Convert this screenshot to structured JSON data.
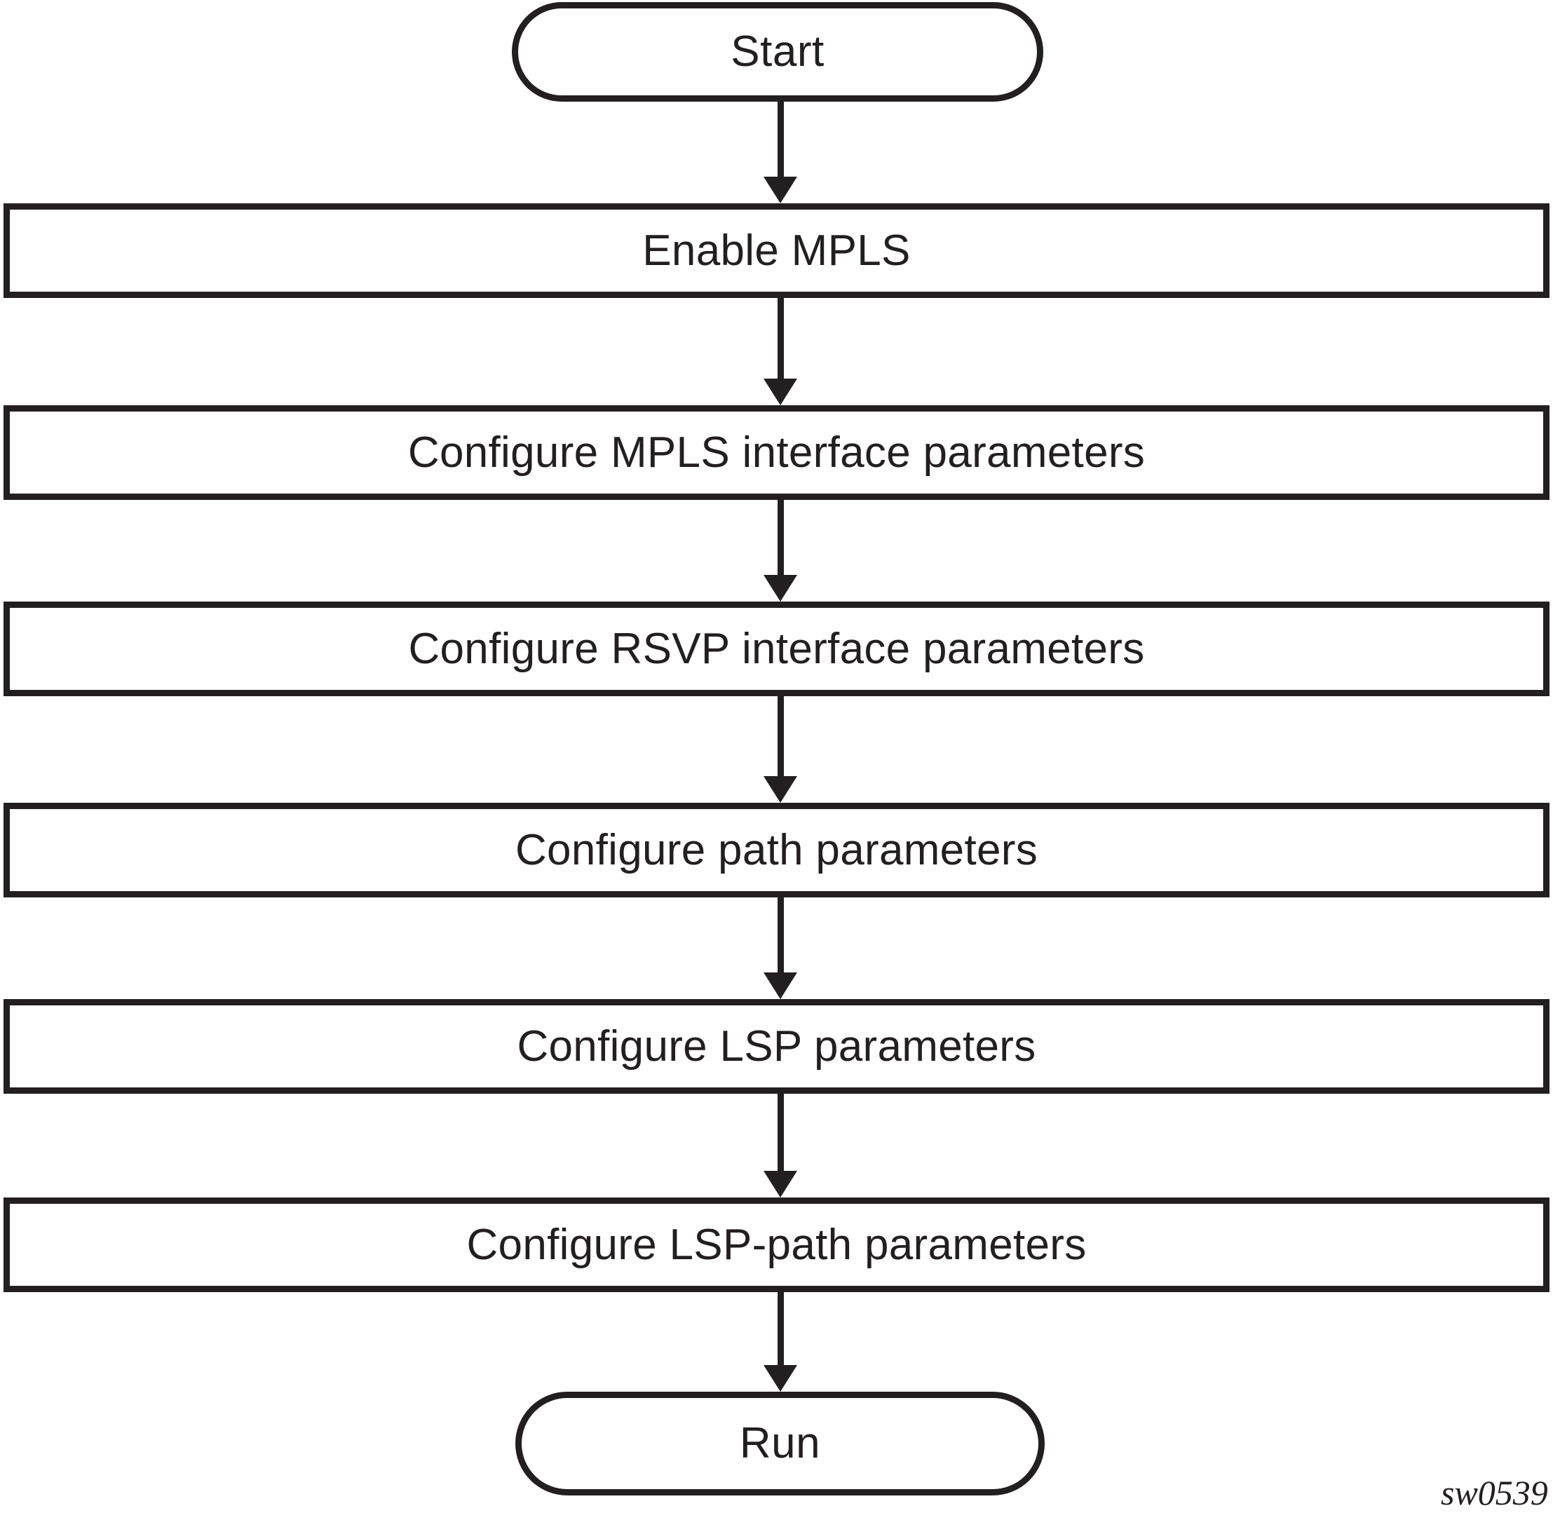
{
  "diagram": {
    "type": "flowchart",
    "orientation": "top-to-bottom",
    "figure_id": "sw0539",
    "nodes": [
      {
        "id": "start",
        "shape": "terminal",
        "label": "Start"
      },
      {
        "id": "enable_mpls",
        "shape": "process",
        "label": "Enable MPLS"
      },
      {
        "id": "mpls_iface",
        "shape": "process",
        "label": "Configure MPLS interface parameters"
      },
      {
        "id": "rsvp_iface",
        "shape": "process",
        "label": "Configure RSVP interface parameters"
      },
      {
        "id": "path",
        "shape": "process",
        "label": "Configure path parameters"
      },
      {
        "id": "lsp",
        "shape": "process",
        "label": "Configure LSP parameters"
      },
      {
        "id": "lsp_path",
        "shape": "process",
        "label": "Configure LSP-path parameters"
      },
      {
        "id": "run",
        "shape": "terminal",
        "label": "Run"
      }
    ],
    "edges": [
      {
        "from": "start",
        "to": "enable_mpls",
        "style": "arrow-down"
      },
      {
        "from": "enable_mpls",
        "to": "mpls_iface",
        "style": "arrow-down"
      },
      {
        "from": "mpls_iface",
        "to": "rsvp_iface",
        "style": "arrow-down"
      },
      {
        "from": "rsvp_iface",
        "to": "path",
        "style": "arrow-down"
      },
      {
        "from": "path",
        "to": "lsp",
        "style": "arrow-down"
      },
      {
        "from": "lsp",
        "to": "lsp_path",
        "style": "arrow-down"
      },
      {
        "from": "lsp_path",
        "to": "run",
        "style": "arrow-down"
      }
    ],
    "colors": {
      "stroke": "#231f20",
      "fill": "#ffffff",
      "text": "#231f20"
    }
  }
}
